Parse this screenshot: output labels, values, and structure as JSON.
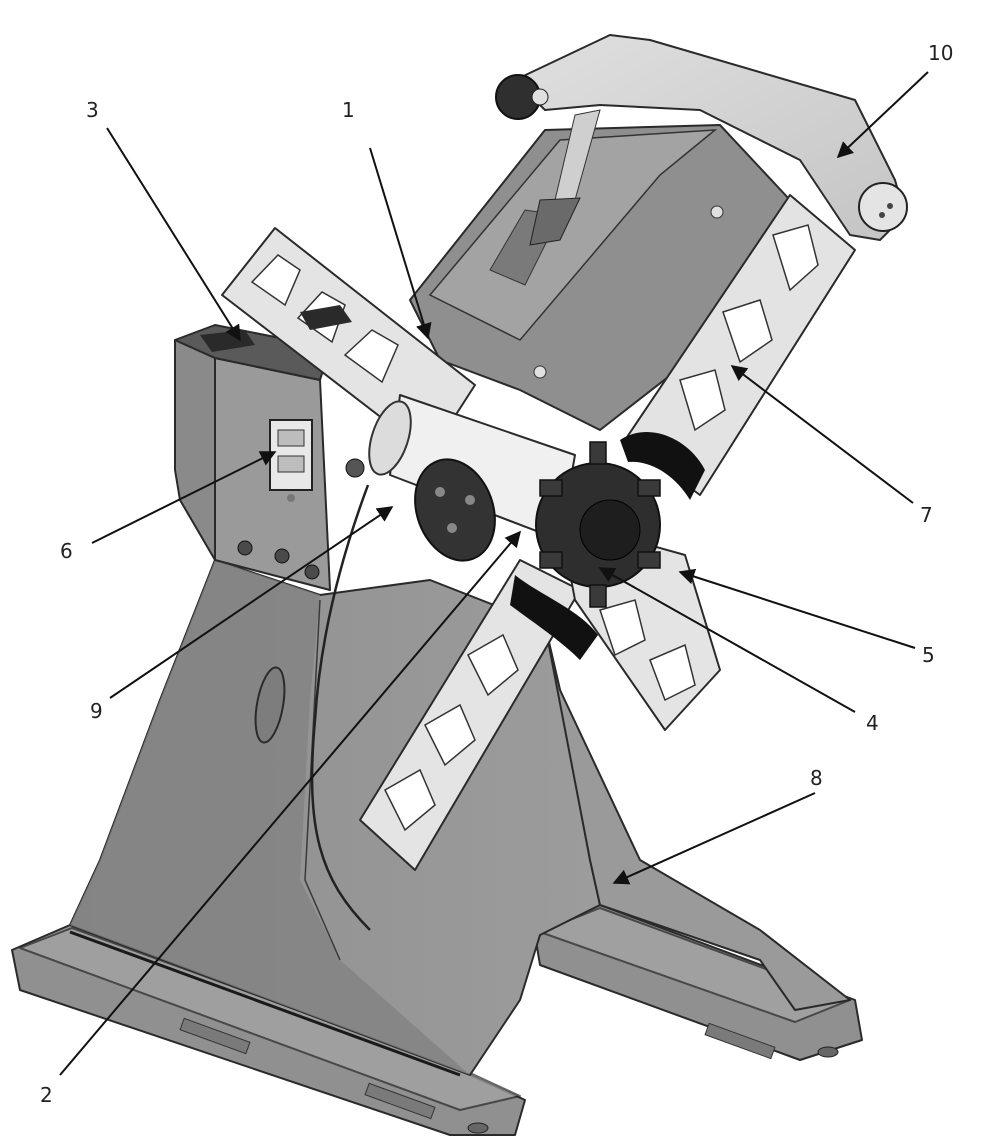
{
  "callouts": [
    {
      "id": "1",
      "label": "1"
    },
    {
      "id": "2",
      "label": "2"
    },
    {
      "id": "3",
      "label": "3"
    },
    {
      "id": "4",
      "label": "4"
    },
    {
      "id": "5",
      "label": "5"
    },
    {
      "id": "6",
      "label": "6"
    },
    {
      "id": "7",
      "label": "7"
    },
    {
      "id": "8",
      "label": "8"
    },
    {
      "id": "9",
      "label": "9"
    },
    {
      "id": "10",
      "label": "10"
    }
  ],
  "colors": {
    "base_dark": "#8c8c8c",
    "base_mid": "#9e9e9e",
    "base_light": "#b4b4b4",
    "frame_light": "#e6e6e6",
    "hub_dark": "#2e2e2e",
    "outline": "#2a2a2a"
  }
}
